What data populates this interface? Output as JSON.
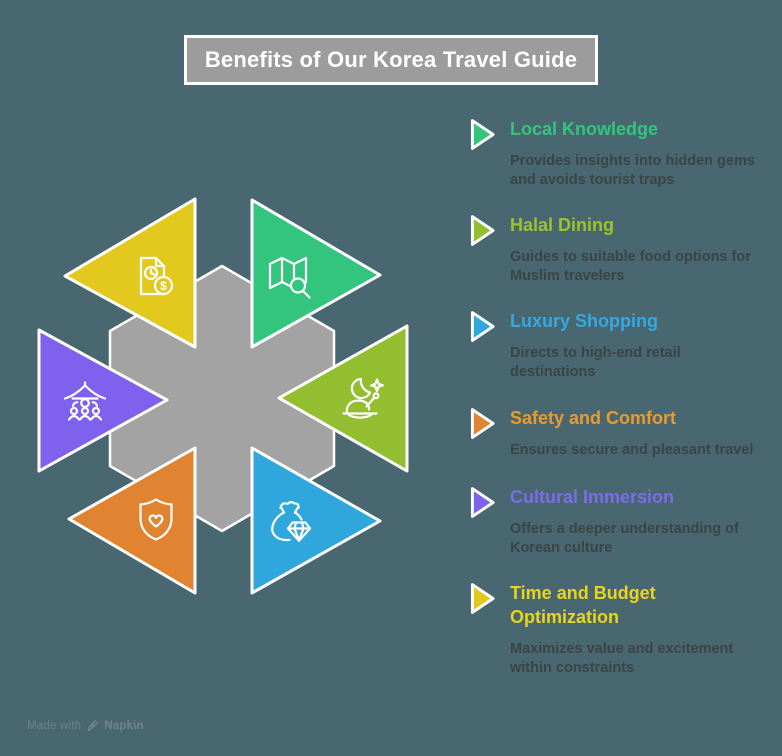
{
  "title": {
    "text": "Benefits of Our Korea Travel Guide"
  },
  "colors": {
    "background": "#496770",
    "title_bar_bg": "#9c9c9c",
    "title_text": "#ffffff",
    "hexagon": "#a3a3a3",
    "outline": "#ffffff",
    "description_text": "#3b4447",
    "watermark_text": "#75868b"
  },
  "benefits": [
    {
      "label": "Local Knowledge",
      "description": "Provides insights into hidden gems and avoids tourist traps",
      "color": "#33c57e",
      "label_color": "#33c57e",
      "icon": "map-magnifier"
    },
    {
      "label": "Halal Dining",
      "description": "Guides to suitable food options for Muslim travelers",
      "color": "#92be2f",
      "label_color": "#9cc32e",
      "icon": "halal-dining"
    },
    {
      "label": "Luxury Shopping",
      "description": "Directs to high-end retail destinations",
      "color": "#2fa6dc",
      "label_color": "#35a9e1",
      "icon": "money-bag-diamond"
    },
    {
      "label": "Safety and Comfort",
      "description": "Ensures secure and pleasant travel",
      "color": "#e08431",
      "label_color": "#eb9b2d",
      "icon": "shield-heart"
    },
    {
      "label": "Cultural Immersion",
      "description": "Offers a deeper understanding of Korean culture",
      "color": "#7e61ec",
      "label_color": "#7d6cea",
      "icon": "pagoda-people"
    },
    {
      "label": "Time and Budget Optimization",
      "description": "Maximizes value and excitement within constraints",
      "color": "#e3c91d",
      "label_color": "#e8d41f",
      "icon": "document-clock-dollar"
    }
  ],
  "watermark": {
    "prefix": "Made with",
    "brand": "Napkin"
  }
}
